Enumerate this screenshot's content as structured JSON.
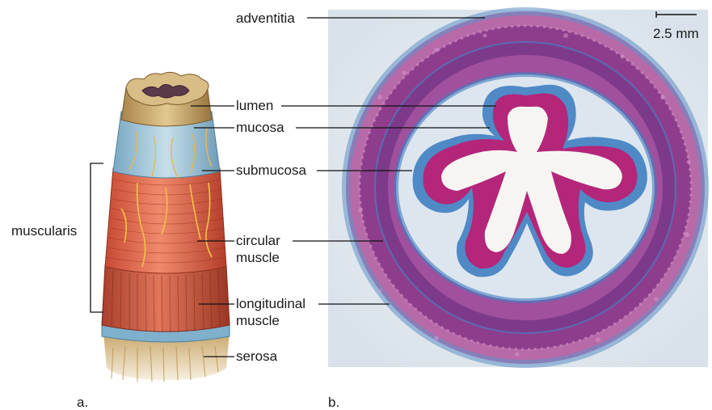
{
  "figure": {
    "panel_a": {
      "caption": "a.",
      "labels": {
        "lumen": "lumen",
        "mucosa": "mucosa",
        "submucosa": "submucosa",
        "circular_line1": "circular",
        "circular_line2": "muscle",
        "longitudinal_line1": "longitudinal",
        "longitudinal_line2": "muscle",
        "serosa": "serosa",
        "muscularis": "muscularis"
      },
      "illustration": "cutaway drawing of digestive tract tube layers"
    },
    "panel_b": {
      "caption": "b.",
      "labels": {
        "adventitia": "adventitia"
      },
      "scale_bar": "2.5 mm",
      "illustration": "stained micrograph cross-section of esophagus"
    },
    "colors": {
      "serosa": "#d9c08a",
      "longitudinal": "#c9553a",
      "circular": "#e06a4c",
      "submucosa": "#9ec3d8",
      "mucosa": "#c4a46c",
      "micro_bg": "#dfe7ee",
      "micro_muscle": "#8e3d8c",
      "micro_connective": "#3f7fc1",
      "micro_epithelium": "#b4267a"
    }
  }
}
